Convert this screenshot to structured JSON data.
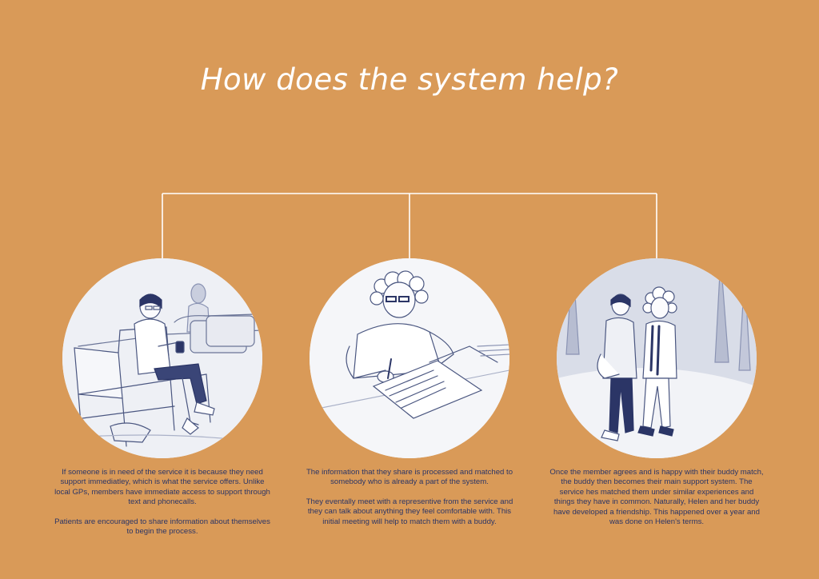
{
  "header": {
    "title": "How does the system help?"
  },
  "colors": {
    "background": "#D99A58",
    "title": "#FFFFFF",
    "caption": "#2B3566",
    "line": "#FFFFFF",
    "sketch": "#4a5680"
  },
  "panels": [
    {
      "illustration": "waiting-room-sketch",
      "paragraphs": [
        "If someone is in need of the service it is because they need support immediatley, which is what the service offers. Unlike local GPs, members have immediate access to support through text and phonecalls.",
        "Patients are encouraged to share information about themselves to begin the process."
      ]
    },
    {
      "illustration": "writing-at-desk-sketch",
      "paragraphs": [
        "The information that they share is processed and matched to somebody who is already a part of the system.",
        "They eventally meet with a representive from the service and they can talk about anything they feel comfortable with. This initial meeting will help to match them with a buddy."
      ]
    },
    {
      "illustration": "two-friends-walking-sketch",
      "paragraphs": [
        "Once the member agrees and is happy with their buddy match, the buddy then becomes their main support system. The service hes matched them under similar experiences and things they have in common. Naturally, Helen and her buddy have developed a friendship. This happened over a year and was done on Helen's terms."
      ]
    }
  ]
}
